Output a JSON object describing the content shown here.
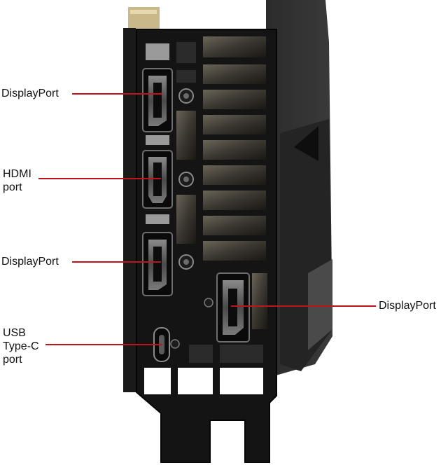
{
  "callouts": {
    "dp_top": "DisplayPort",
    "hdmi_line1": "HDMI",
    "hdmi_line2": "port",
    "dp_middle": "DisplayPort",
    "usbc_line1": "USB",
    "usbc_line2": "Type-C",
    "usbc_line3": "port",
    "dp_right": "DisplayPort"
  },
  "colors": {
    "leader_line": "#c0141c",
    "bracket": "#111111",
    "shroud": "#2a2a2a",
    "label_text": "#111111"
  }
}
